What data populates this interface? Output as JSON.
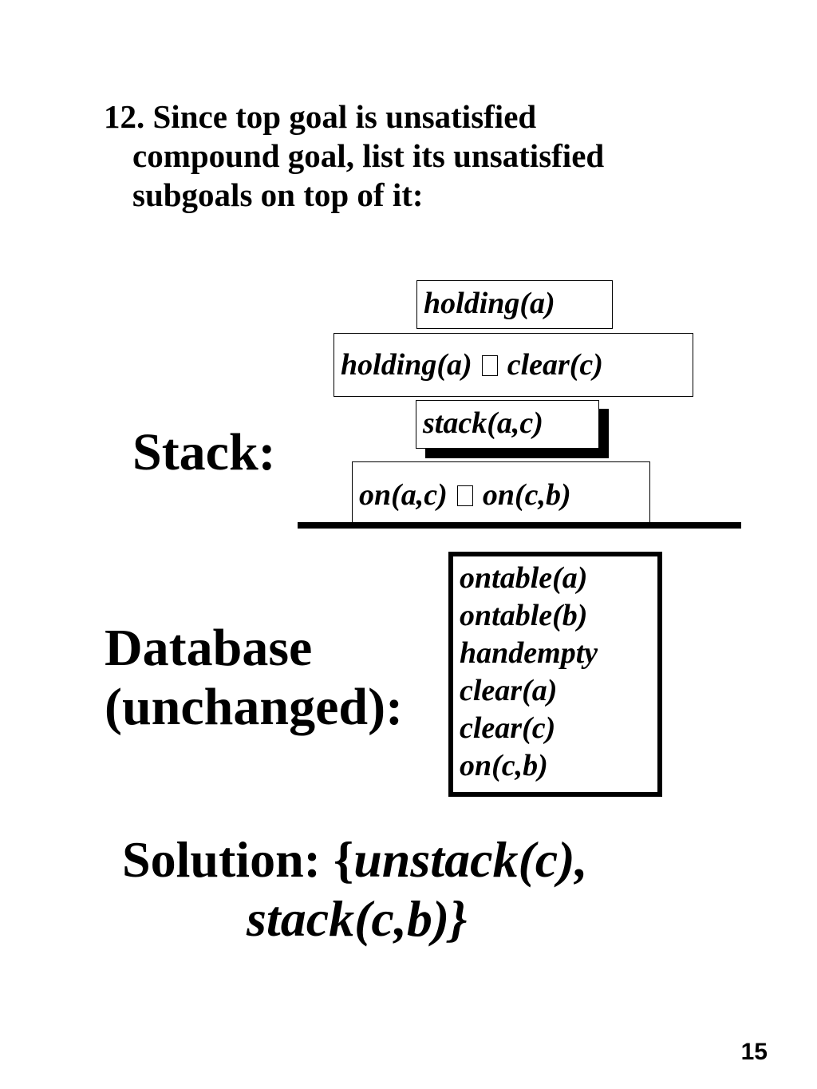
{
  "step": {
    "line1": "12. Since top goal is unsatisfied",
    "line2": "compound goal, list its unsatisfied",
    "line3": "subgoals on top of it:"
  },
  "stack": {
    "label": "Stack:",
    "items": [
      {
        "pre": "holding(a)",
        "post": ""
      },
      {
        "pre": "holding(a)",
        "post": "clear(c)"
      },
      {
        "pre": "stack(a,c)",
        "post": ""
      },
      {
        "pre": "on(a,c)",
        "post": "on(c,b)"
      }
    ]
  },
  "database": {
    "label_line1": "Database",
    "label_line2": "(unchanged):",
    "facts": [
      "ontable(a)",
      "ontable(b)",
      "handempty",
      "clear(a)",
      "clear(c)",
      "on(c,b)"
    ]
  },
  "solution": {
    "label": "Solution: {",
    "step1": "unstack(c),",
    "step2": "stack(c,b)}"
  },
  "page_number": "15"
}
